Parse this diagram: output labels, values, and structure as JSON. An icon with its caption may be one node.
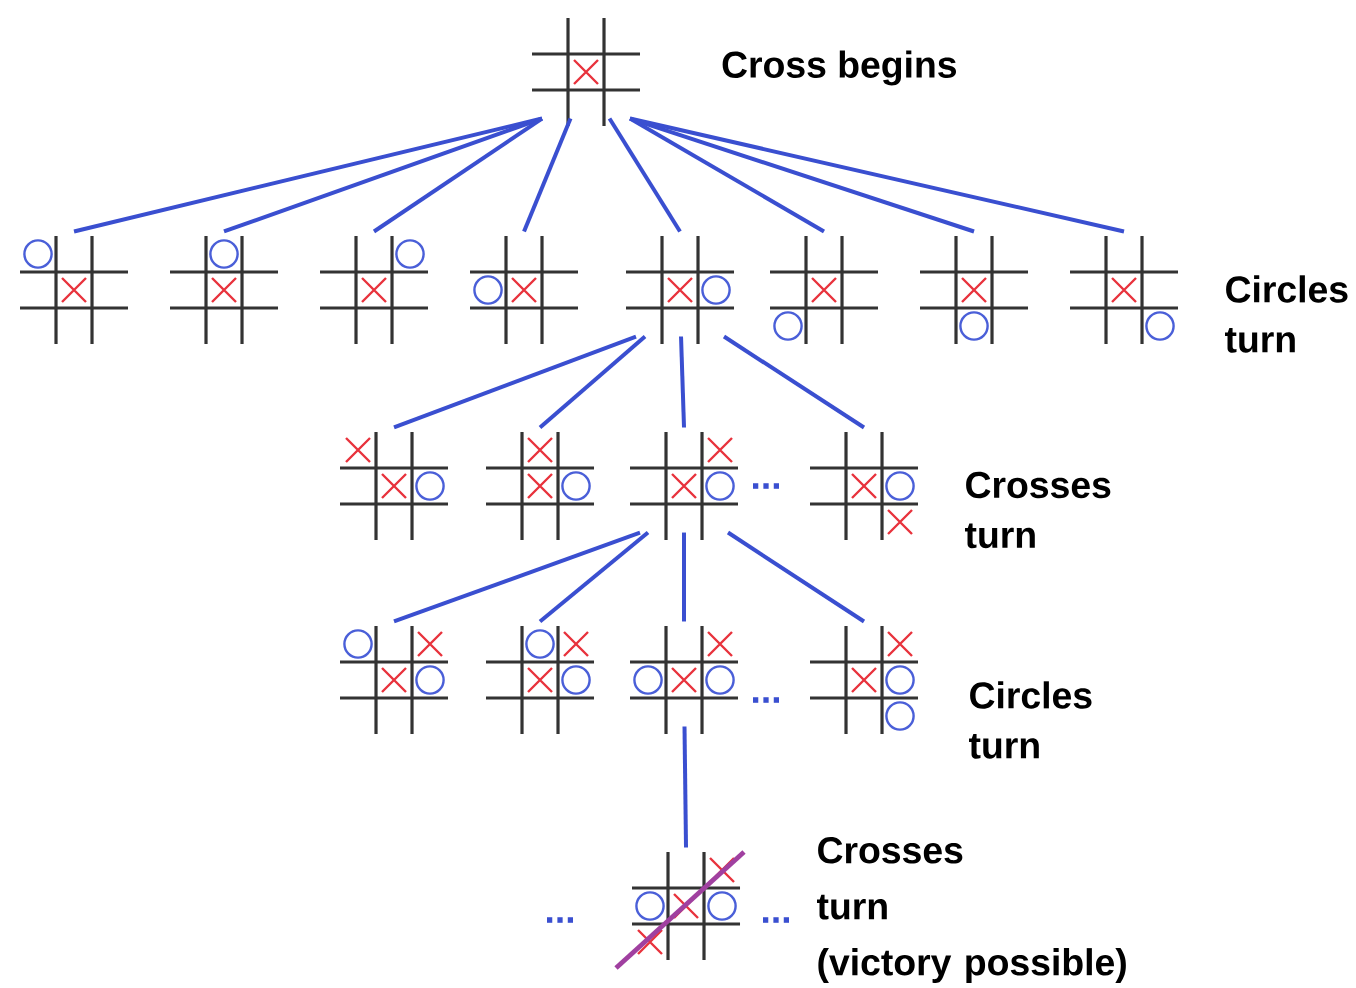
{
  "diagram": {
    "nodes": [
      {
        "text": [],
        "shape": "grid",
        "beside": [
          "Cross begins"
        ]
      },
      {
        "text": [],
        "shape": "grid"
      },
      {
        "text": [],
        "shape": "grid"
      },
      {
        "text": [],
        "shape": "grid"
      },
      {
        "text": [],
        "shape": "grid"
      },
      {
        "text": [],
        "shape": "grid"
      },
      {
        "text": [],
        "shape": "grid"
      },
      {
        "text": [],
        "shape": "grid"
      },
      {
        "text": [],
        "shape": "grid"
      },
      {
        "text": [],
        "shape": "grid"
      },
      {
        "text": [],
        "shape": "grid"
      },
      {
        "text": [],
        "shape": "grid"
      },
      {
        "text": [],
        "shape": "grid"
      },
      {
        "text": [],
        "shape": "grid"
      },
      {
        "text": [],
        "shape": "grid"
      },
      {
        "text": [],
        "shape": "grid"
      },
      {
        "text": [],
        "shape": "grid"
      },
      {
        "text": [],
        "shape": "grid"
      }
    ],
    "edges": [
      {
        "from": 0,
        "to": 1,
        "arrow": "none"
      },
      {
        "from": 0,
        "to": 2,
        "arrow": "none"
      },
      {
        "from": 0,
        "to": 3,
        "arrow": "none"
      },
      {
        "from": 0,
        "to": 4,
        "arrow": "none"
      },
      {
        "from": 0,
        "to": 5,
        "arrow": "none"
      },
      {
        "from": 0,
        "to": 6,
        "arrow": "none"
      },
      {
        "from": 0,
        "to": 7,
        "arrow": "none"
      },
      {
        "from": 0,
        "to": 8,
        "arrow": "none"
      },
      {
        "from": 5,
        "to": 9,
        "arrow": "none"
      },
      {
        "from": 5,
        "to": 10,
        "arrow": "none"
      },
      {
        "from": 5,
        "to": 11,
        "arrow": "none"
      },
      {
        "from": 5,
        "to": 12,
        "arrow": "none"
      },
      {
        "from": 11,
        "to": 13,
        "arrow": "none"
      },
      {
        "from": 11,
        "to": 14,
        "arrow": "none"
      },
      {
        "from": 11,
        "to": 15,
        "arrow": "none"
      },
      {
        "from": 11,
        "to": 16,
        "arrow": "none"
      },
      {
        "from": 15,
        "to": 17,
        "arrow": "none"
      }
    ],
    "labels": [
      "Circles turn",
      "...",
      "Crosses turn",
      "...",
      "Circles turn",
      "...",
      "...",
      "Crosses turn (victory possible)"
    ]
  }
}
